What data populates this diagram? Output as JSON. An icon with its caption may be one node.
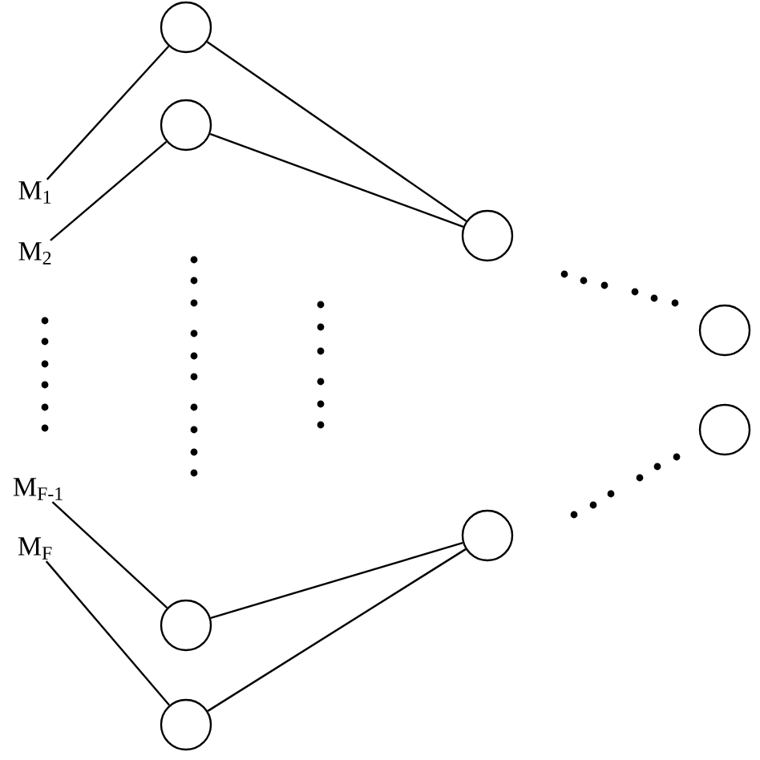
{
  "diagram": {
    "nodes": [
      {
        "text": [
          "M$_{1}$"
        ]
      },
      {
        "text": [
          "M$_{2}$"
        ]
      },
      {
        "text": [
          "M$_{F-1}$"
        ]
      },
      {
        "text": [
          "M$_{F}$"
        ]
      },
      {
        "text": [],
        "shape": "circle"
      },
      {
        "text": [],
        "shape": "circle"
      },
      {
        "text": [],
        "shape": "circle"
      },
      {
        "text": [],
        "shape": "circle"
      },
      {
        "text": [],
        "shape": "circle"
      },
      {
        "text": [],
        "shape": "circle"
      },
      {
        "text": [],
        "shape": "circle"
      },
      {
        "text": [],
        "shape": "circle"
      }
    ],
    "edges": [
      {
        "from": 0,
        "to": 4,
        "arrow": "none"
      },
      {
        "from": 1,
        "to": 5,
        "arrow": "none"
      },
      {
        "from": 2,
        "to": 6,
        "arrow": "none"
      },
      {
        "from": 3,
        "to": 7,
        "arrow": "none"
      },
      {
        "from": 4,
        "to": 8,
        "arrow": "none"
      },
      {
        "from": 5,
        "to": 8,
        "arrow": "none"
      },
      {
        "from": 6,
        "to": 9,
        "arrow": "none"
      },
      {
        "from": 7,
        "to": 9,
        "arrow": "none"
      }
    ]
  }
}
